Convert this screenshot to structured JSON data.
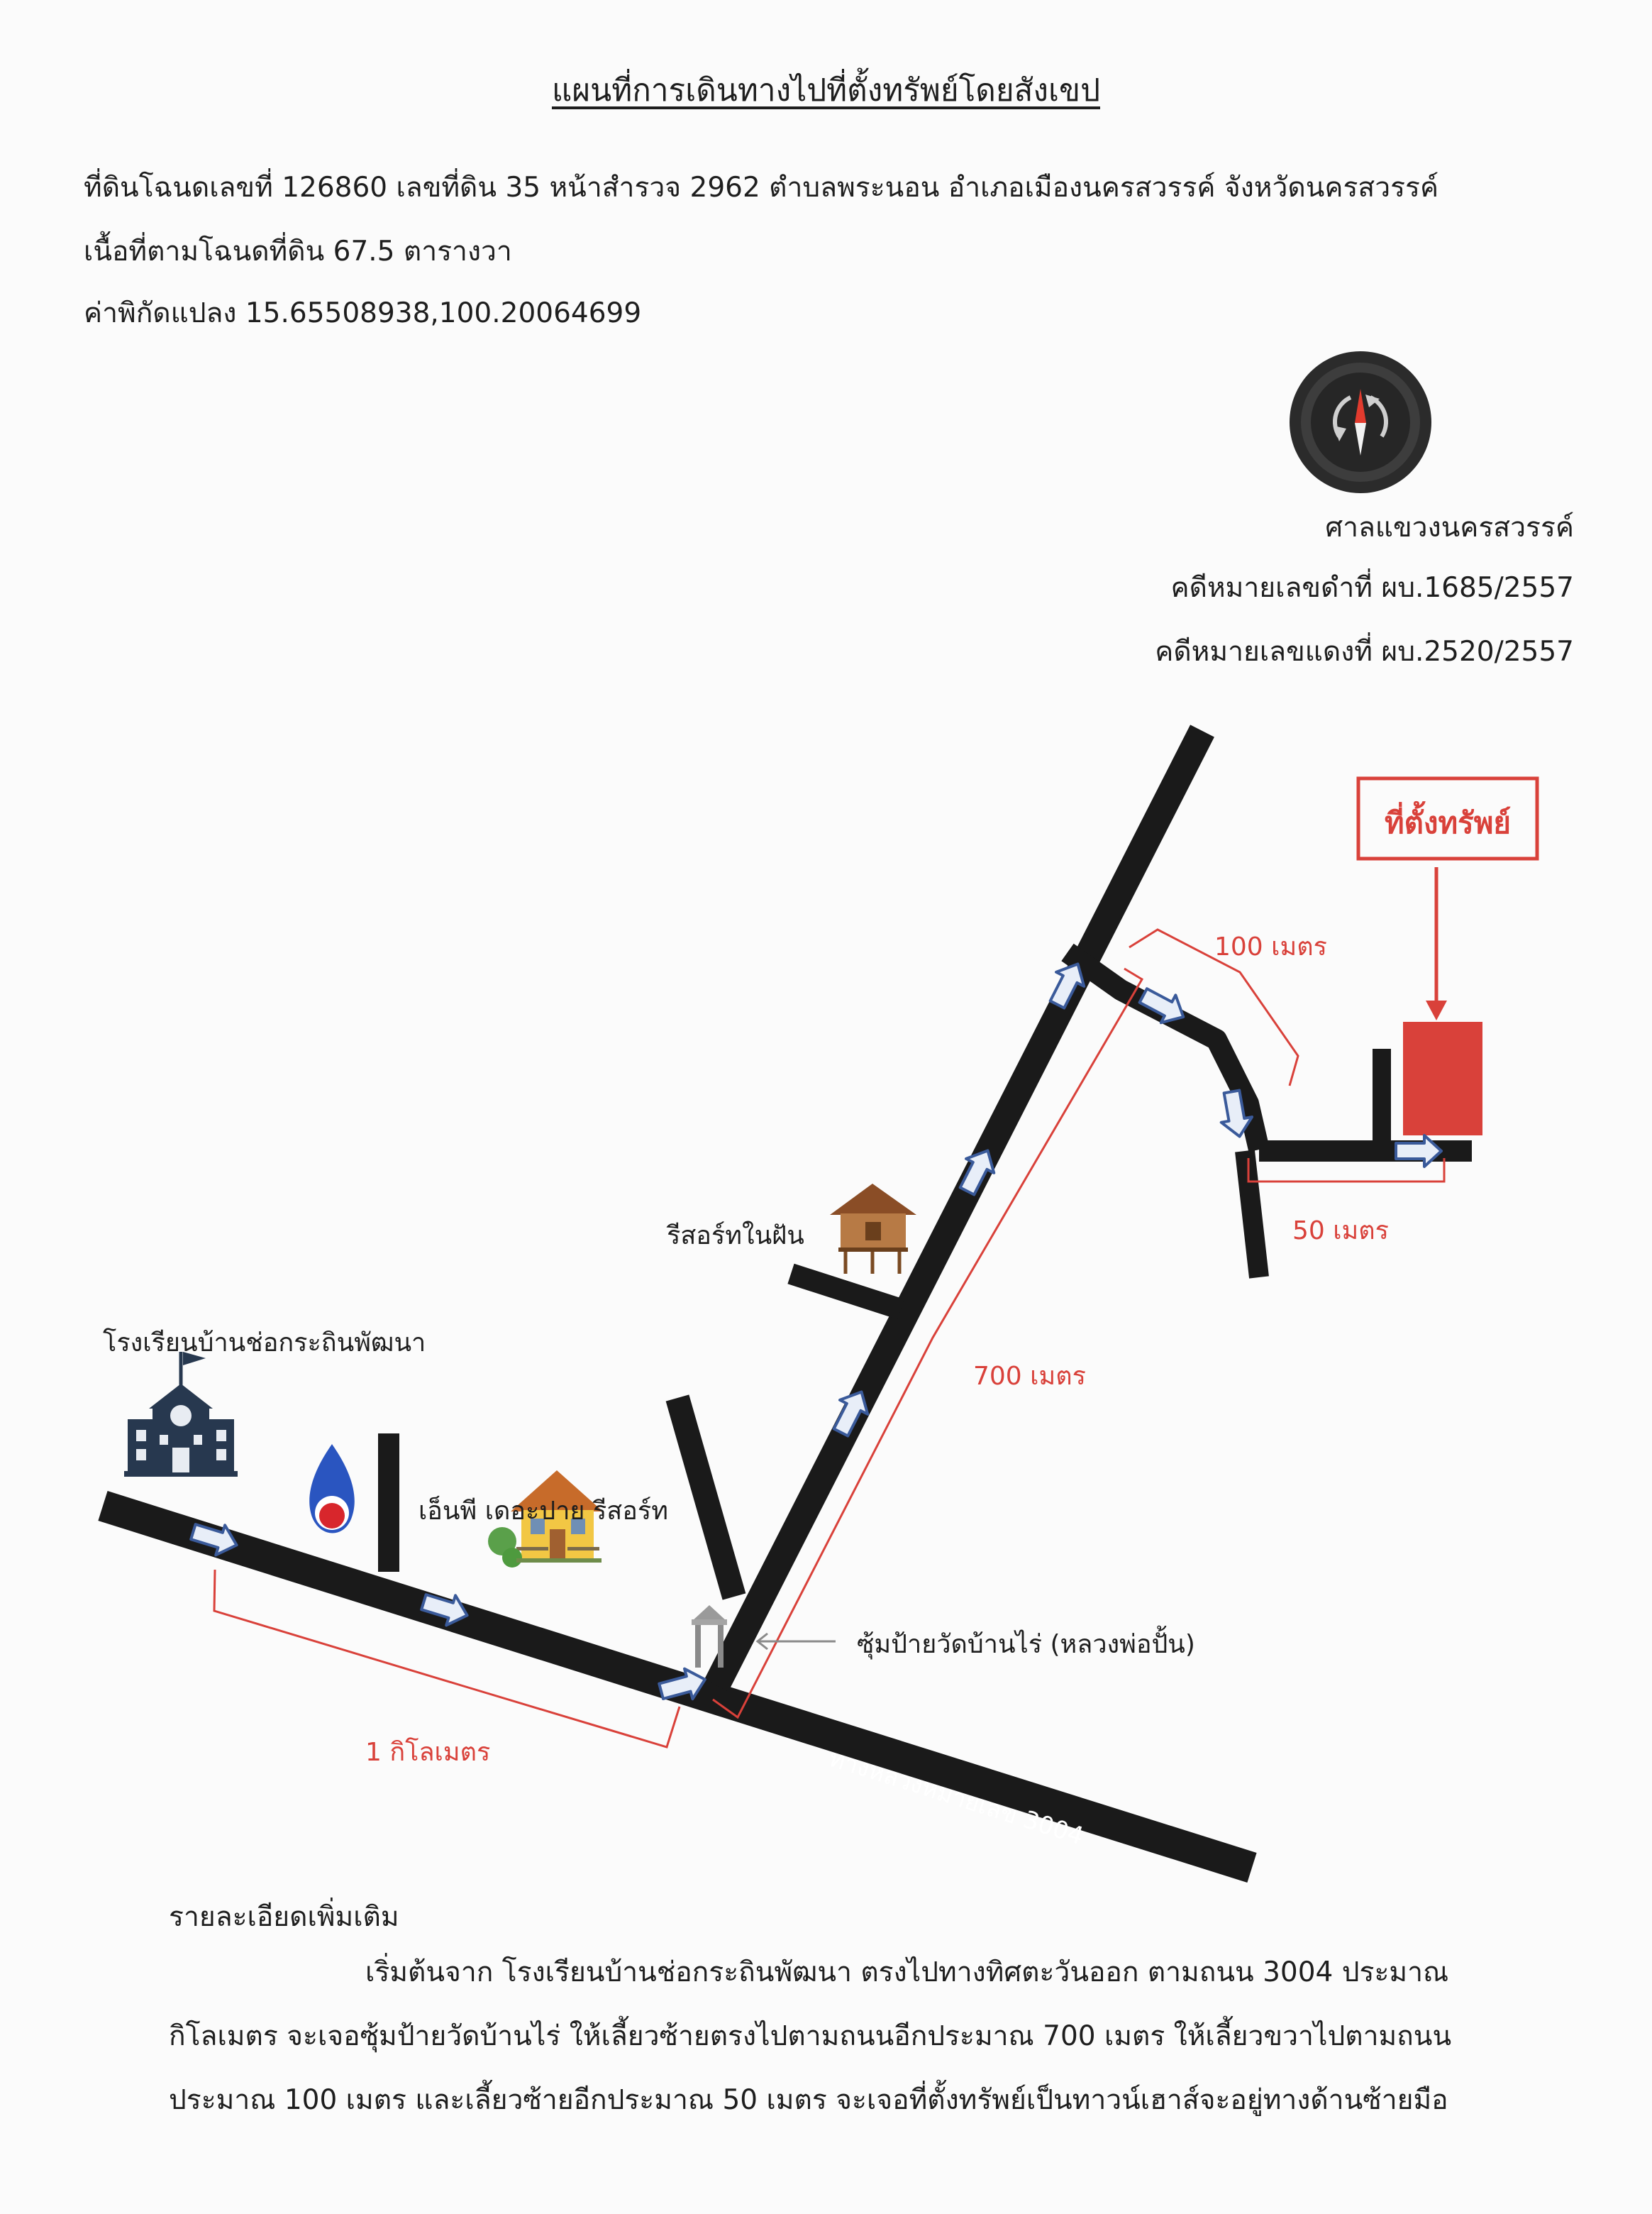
{
  "document": {
    "title": "แผนที่การเดินทางไปที่ตั้งทรัพย์โดยสังเขป",
    "info": [
      "ที่ดินโฉนดเลขที่ 126860  เลขที่ดิน 35 หน้าสำรวจ 2962 ตำบลพระนอน อำเภอเมืองนครสวรรค์ จังหวัดนครสวรรค์",
      "เนื้อที่ตามโฉนดที่ดิน 67.5 ตารางวา",
      "ค่าพิกัดแปลง 15.65508938,100.20064699"
    ],
    "court": [
      "ศาลแขวงนครสวรรค์",
      "คดีหมายเลขดำที่ ผบ.1685/2557",
      "คดีหมายเลขแดงที่ ผบ.2520/2557"
    ]
  },
  "map": {
    "labels": {
      "property": "ที่ตั้งทรัพย์",
      "dist_100m": "100 เมตร",
      "dist_50m": "50 เมตร",
      "dist_700m": "700 เมตร",
      "dist_1km": "1 กิโลเมตร",
      "resort_dream": "รีสอร์ทในฝัน",
      "school": "โรงเรียนบ้านช่อกระถินพัฒนา",
      "ptt_resort": "เอ็นพี เดอะปาย รีสอร์ท",
      "temple_arch": "ซุ้มป้ายวัดบ้านไร่ (หลวงพ่อปั้น)",
      "highway": "ทางหลวงหมายเลข 3004"
    },
    "icons": [
      "compass-icon",
      "school-icon",
      "ptt-icon",
      "house-icon",
      "stilt-house-icon",
      "temple-arch-icon",
      "direction-arrow-icon"
    ],
    "colors": {
      "road": "#1a1a1a",
      "route_marker": "#d9413a",
      "arrow_fill": "#e8eef8",
      "arrow_stroke": "#3a5a9a"
    }
  },
  "details": {
    "heading": "รายละเอียดเพิ่มเติม",
    "lines": [
      "เริ่มต้นจาก โรงเรียนบ้านช่อกระถินพัฒนา ตรงไปทางทิศตะวันออก ตามถนน 3004 ประมาณ",
      "กิโลเมตร จะเจอซุ้มป้ายวัดบ้านไร่ ให้เลี้ยวซ้ายตรงไปตามถนนอีกประมาณ 700 เมตร ให้เลี้ยวขวาไปตามถนน",
      "ประมาณ 100 เมตร และเลี้ยวซ้ายอีกประมาณ 50 เมตร จะเจอที่ตั้งทรัพย์เป็นทาวน์เฮาส์จะอยู่ทางด้านซ้ายมือ"
    ]
  }
}
